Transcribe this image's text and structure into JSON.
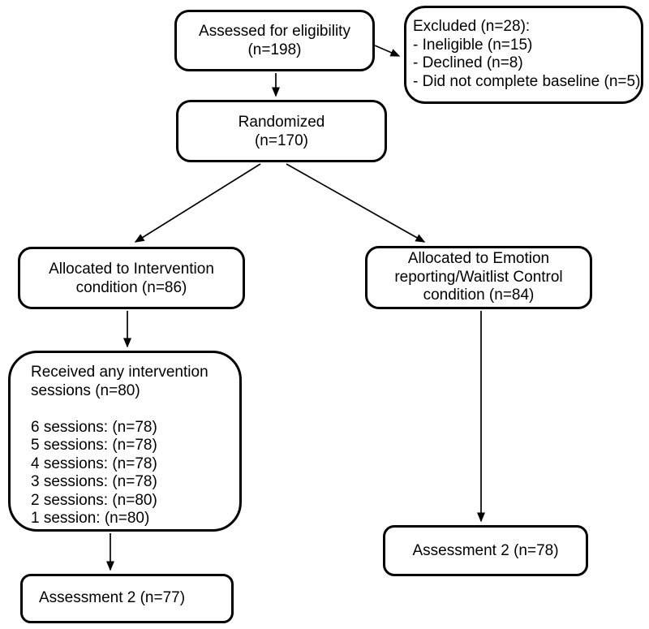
{
  "colors": {
    "canvas": "#ffffff",
    "fill": "#ffffff",
    "border": "#000000",
    "text": "#000000"
  },
  "boxes": {
    "assessed": {
      "lines": [
        "Assessed for eligibility",
        "(n=198)"
      ]
    },
    "excluded": {
      "lines": [
        "Excluded (n=28):",
        "- Ineligible (n=15)",
        "- Declined (n=8)",
        "- Did not complete baseline (n=5)"
      ]
    },
    "randomized": {
      "lines": [
        "Randomized",
        "(n=170)"
      ]
    },
    "alloc_intervention": {
      "lines": [
        "Allocated to Intervention",
        "condition (n=86)"
      ]
    },
    "alloc_control": {
      "lines": [
        "Allocated to Emotion",
        "reporting/Waitlist Control",
        "condition (n=84)"
      ]
    },
    "sessions": {
      "lines": [
        "Received any intervention",
        "sessions (n=80)",
        "",
        "6 sessions: (n=78)",
        "5 sessions: (n=78)",
        "4 sessions: (n=78)",
        "3 sessions: (n=78)",
        "2 sessions: (n=80)",
        "1 session: (n=80)"
      ]
    },
    "assessment_intervention": {
      "lines": [
        "Assessment 2 (n=77)"
      ]
    },
    "assessment_control": {
      "lines": [
        "Assessment 2 (n=78)"
      ]
    }
  }
}
